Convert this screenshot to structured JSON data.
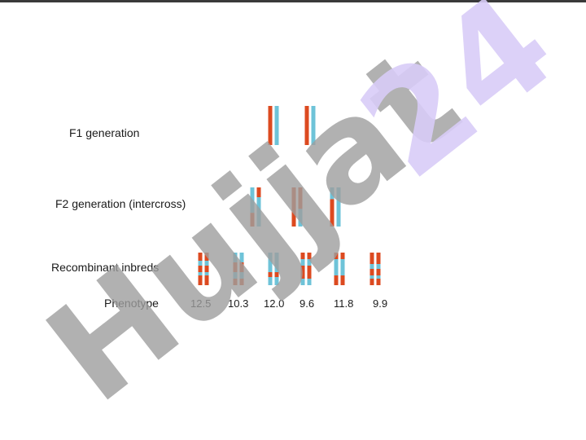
{
  "colors": {
    "red": "#dc4a20",
    "blue": "#6ec3d8",
    "border": "#3a3a3a"
  },
  "rows": [
    {
      "label": "F1 generation",
      "pairs": [
        [
          [
            [
              "red",
              1.0
            ]
          ],
          [
            [
              "blue",
              1.0
            ]
          ]
        ],
        [
          [
            [
              "red",
              1.0
            ]
          ],
          [
            [
              "blue",
              1.0
            ]
          ]
        ]
      ]
    },
    {
      "label": "F2 generation (intercross)",
      "pairs": [
        [
          [
            [
              "blue",
              0.65
            ],
            [
              "red",
              0.35
            ]
          ],
          [
            [
              "red",
              0.25
            ],
            [
              "blue",
              0.75
            ]
          ]
        ],
        [
          [
            [
              "red",
              1.0
            ]
          ],
          [
            [
              "red",
              0.55
            ],
            [
              "blue",
              0.45
            ]
          ]
        ],
        [
          [
            [
              "blue",
              0.3
            ],
            [
              "red",
              0.7
            ]
          ],
          [
            [
              "blue",
              1.0
            ]
          ]
        ]
      ]
    },
    {
      "label": "Recombinant inbreds",
      "pairs": [
        [
          [
            [
              "red",
              0.25
            ],
            [
              "blue",
              0.15
            ],
            [
              "red",
              0.2
            ],
            [
              "blue",
              0.1
            ],
            [
              "red",
              0.3
            ]
          ],
          [
            [
              "red",
              0.25
            ],
            [
              "blue",
              0.15
            ],
            [
              "red",
              0.2
            ],
            [
              "blue",
              0.1
            ],
            [
              "red",
              0.3
            ]
          ]
        ],
        [
          [
            [
              "blue",
              0.3
            ],
            [
              "red",
              0.3
            ],
            [
              "blue",
              0.2
            ],
            [
              "red",
              0.2
            ]
          ],
          [
            [
              "blue",
              0.3
            ],
            [
              "red",
              0.3
            ],
            [
              "blue",
              0.2
            ],
            [
              "red",
              0.2
            ]
          ]
        ],
        [
          [
            [
              "blue",
              0.6
            ],
            [
              "red",
              0.15
            ],
            [
              "blue",
              0.25
            ]
          ],
          [
            [
              "blue",
              0.6
            ],
            [
              "red",
              0.15
            ],
            [
              "blue",
              0.25
            ]
          ]
        ],
        [
          [
            [
              "red",
              0.2
            ],
            [
              "blue",
              0.2
            ],
            [
              "red",
              0.4
            ],
            [
              "blue",
              0.2
            ]
          ],
          [
            [
              "red",
              0.2
            ],
            [
              "blue",
              0.2
            ],
            [
              "red",
              0.4
            ],
            [
              "blue",
              0.2
            ]
          ]
        ],
        [
          [
            [
              "red",
              0.2
            ],
            [
              "blue",
              0.5
            ],
            [
              "red",
              0.3
            ]
          ],
          [
            [
              "red",
              0.2
            ],
            [
              "blue",
              0.5
            ],
            [
              "red",
              0.3
            ]
          ]
        ],
        [
          [
            [
              "red",
              0.35
            ],
            [
              "blue",
              0.15
            ],
            [
              "red",
              0.2
            ],
            [
              "blue",
              0.1
            ],
            [
              "red",
              0.2
            ]
          ],
          [
            [
              "red",
              0.35
            ],
            [
              "blue",
              0.15
            ],
            [
              "red",
              0.2
            ],
            [
              "blue",
              0.1
            ],
            [
              "red",
              0.2
            ]
          ]
        ]
      ]
    }
  ],
  "phenotype": {
    "label": "Phenotype",
    "values": [
      "12.5",
      "10.3",
      "12.0",
      "9.6",
      "11.8",
      "9.9"
    ]
  },
  "watermark": {
    "text_gray": "Hujjat",
    "text_purple": "24"
  }
}
